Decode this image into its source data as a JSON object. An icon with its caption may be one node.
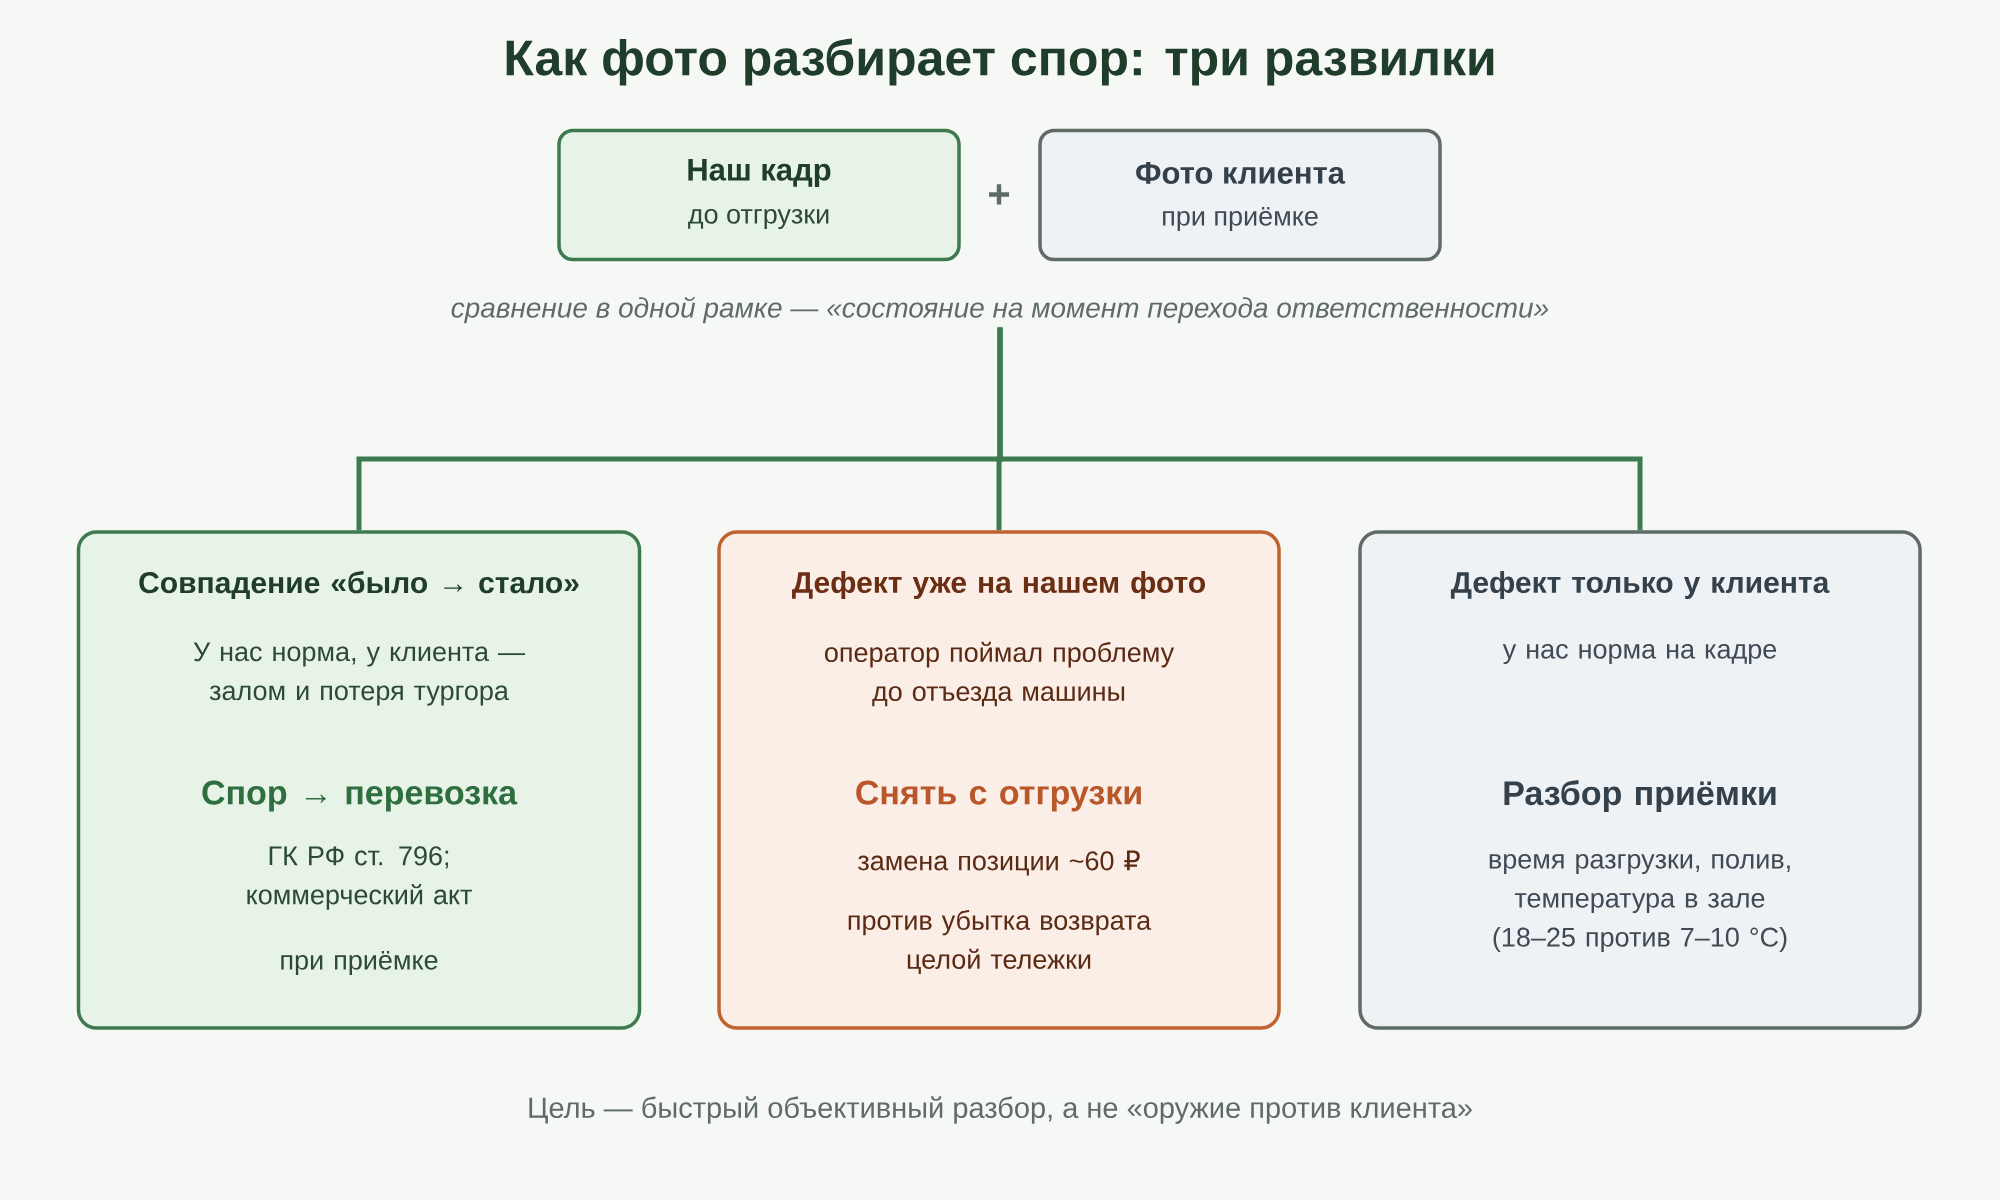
{
  "diagram": {
    "title": "Как фото разбирает спор: три развилки",
    "nodes": [
      {
        "text": [
          "Наш кадр",
          "до отгрузки"
        ]
      },
      {
        "text": [
          "Фото клиента",
          "при приёмке"
        ]
      },
      {
        "text": [
          "сравнение в одной рамке — «состояние на момент перехода ответственности»"
        ]
      },
      {
        "text": [
          "Совпадение «было → стало»",
          "У нас норма, у клиента — залом и потеря тургора",
          "Спор → перевозка",
          "ГК РФ ст. 796; коммерческий акт",
          "при приёмке"
        ]
      },
      {
        "text": [
          "Дефект уже на нашем фото",
          "оператор поймал проблему до отъезда машины",
          "Снять с отгрузки",
          "замена позиции ~60 ₽",
          "против убытка возврата целой тележки"
        ]
      },
      {
        "text": [
          "Дефект только у клиента",
          "у нас норма на кадре",
          "Разбор приёмки",
          "время разгрузки, полив, температура в зале (18–25 против 7–10 °C)"
        ]
      }
    ],
    "edges": [
      {
        "from": 2,
        "to": 3,
        "arrow": "none"
      },
      {
        "from": 2,
        "to": 4,
        "arrow": "none"
      },
      {
        "from": 2,
        "to": 5,
        "arrow": "none"
      }
    ],
    "labels": [
      "+",
      "Цель — быстрый объективный разбор, а не «оружие против клиента»"
    ]
  }
}
